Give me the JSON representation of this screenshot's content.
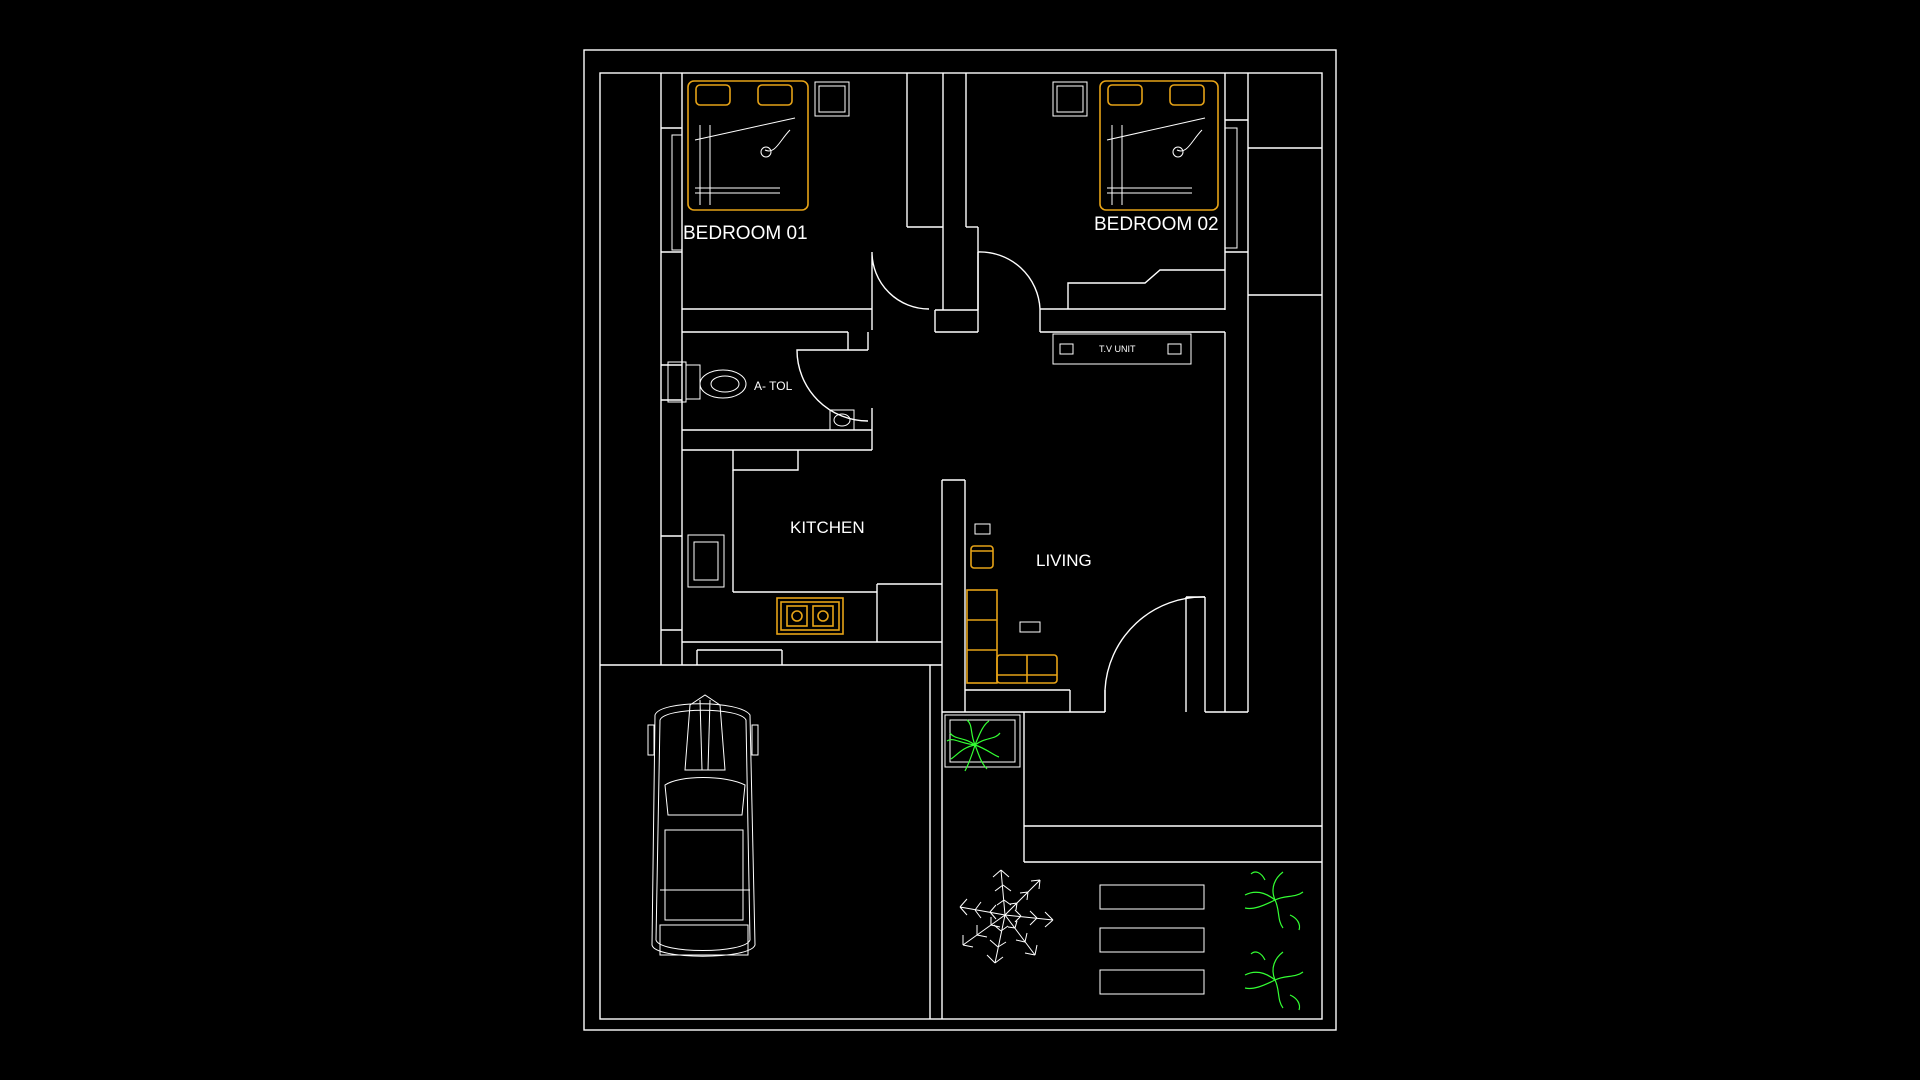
{
  "rooms": {
    "bedroom1": "BEDROOM 01",
    "bedroom2": "BEDROOM 02",
    "toilet": "A- TOL",
    "kitchen": "KITCHEN",
    "living": "LIVING",
    "tv_unit": "T.V UNIT"
  },
  "colors": {
    "background": "#000000",
    "walls": "#ffffff",
    "furniture": "#e6a317",
    "plants": "#33ff33"
  },
  "icons": [
    "bed-icon",
    "toilet-icon",
    "wash-basin-icon",
    "stove-icon",
    "sofa-icon",
    "car-icon",
    "plant-icon",
    "palm-tree-icon"
  ]
}
